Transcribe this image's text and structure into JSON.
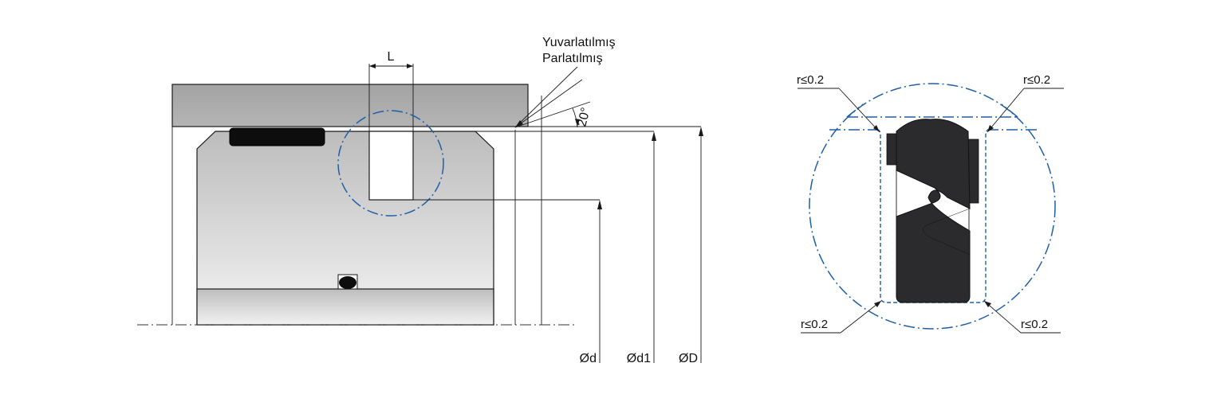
{
  "labels": {
    "groove_width": "L",
    "rounding_line1": "Yuvarlatılmış",
    "rounding_line2": "Parlatılmış",
    "angle": "20°",
    "dia_d": "Ød",
    "dia_d1": "Ød1",
    "dia_D": "ØD",
    "radius_top_left": "r≤0.2",
    "radius_top_right": "r≤0.2",
    "radius_bottom_left": "r≤0.2",
    "radius_bottom_right": "r≤0.2"
  },
  "colors": {
    "housing_fill": "#a8a8a8",
    "piston_top": "#bcbcbc",
    "piston_bottom": "#f4f4f4",
    "rod_top": "#bdbdbd",
    "rod_bottom": "#f2f2f2",
    "seal": "#2b2b2d",
    "detail_circle": "#1f5fa6"
  }
}
